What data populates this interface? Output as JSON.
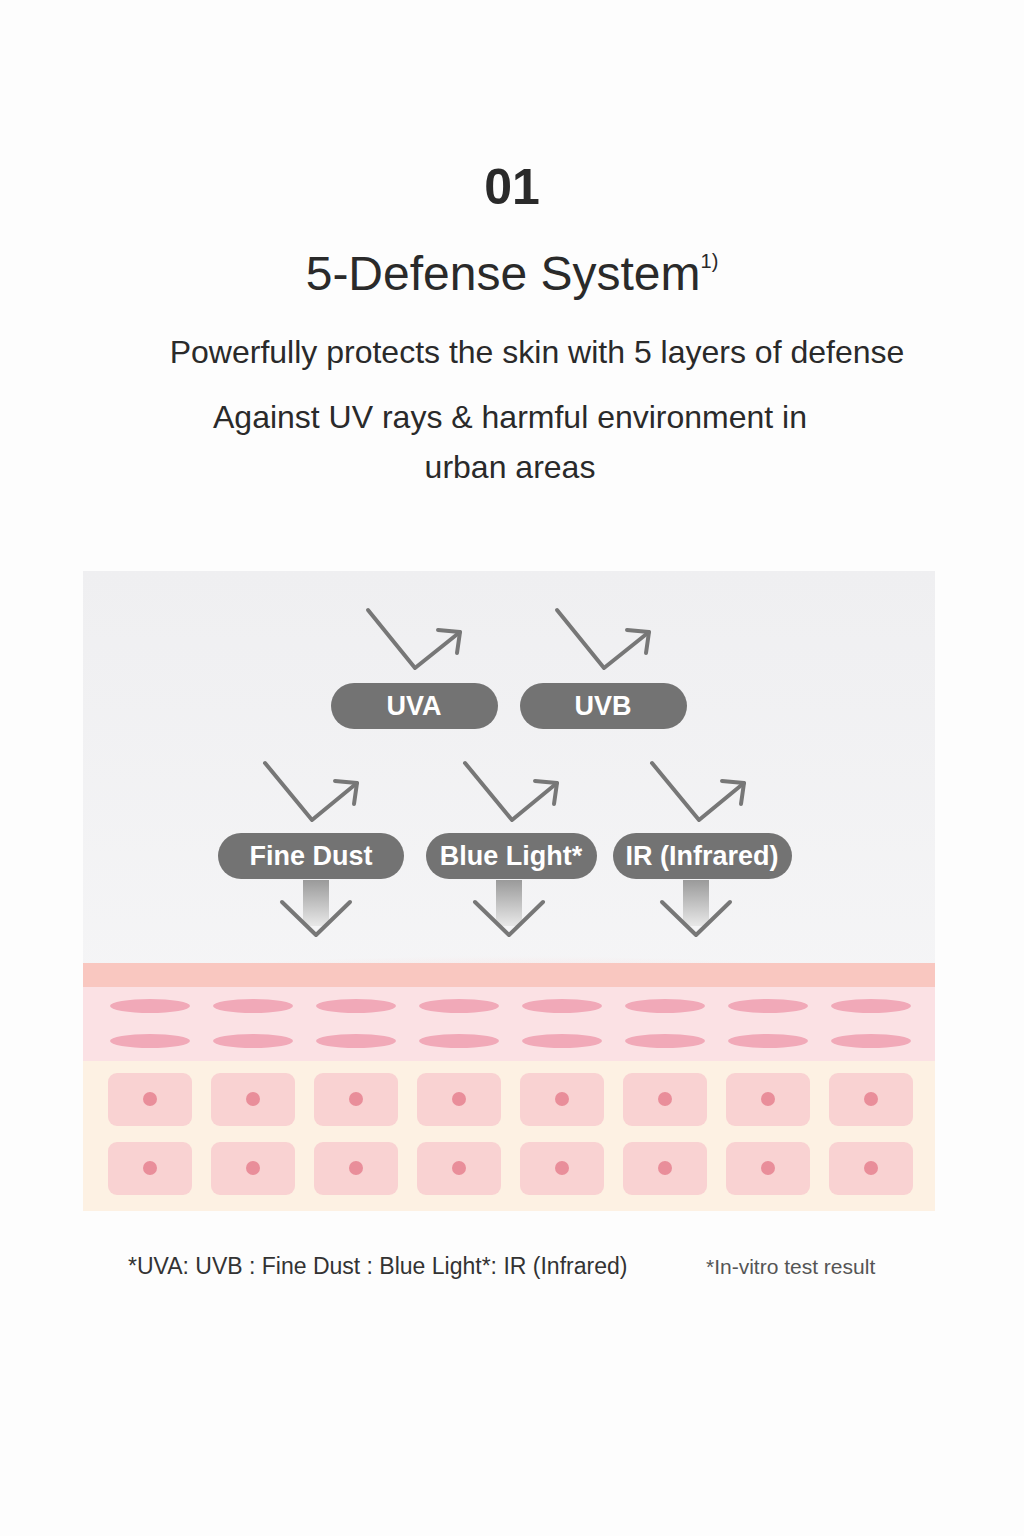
{
  "diagram": {
    "title": "5-Defense System",
    "caption": "*UVA: UVB : Fine Dust : Blue Light*: IR (Infrared)",
    "nodes": [
      {
        "text": [
          "UVA"
        ]
      },
      {
        "text": [
          "UVB"
        ]
      },
      {
        "text": [
          "Fine Dust"
        ]
      },
      {
        "text": [
          "Blue Light*"
        ]
      },
      {
        "text": [
          "IR (Infrared)"
        ]
      }
    ],
    "labels": [
      "01",
      "1)",
      "Powerfully protects the skin with 5 layers of defense",
      "Against UV rays & harmful environment in urban areas",
      "*In-vitro test result"
    ]
  }
}
